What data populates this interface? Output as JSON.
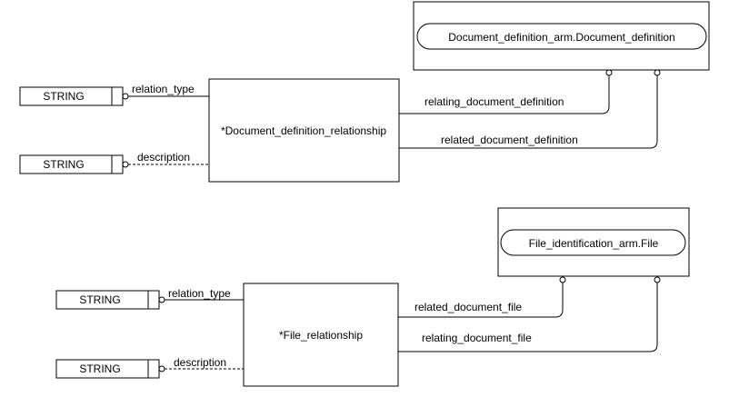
{
  "diagram1": {
    "entity": "*Document_definition_relationship",
    "ref_entity": "Document_definition_arm.Document_definition",
    "attr1": {
      "type": "STRING",
      "name": "relation_type"
    },
    "attr2": {
      "type": "STRING",
      "name": "description"
    },
    "rel1": "relating_document_definition",
    "rel2": "related_document_definition"
  },
  "diagram2": {
    "entity": "*File_relationship",
    "ref_entity": "File_identification_arm.File",
    "attr1": {
      "type": "STRING",
      "name": "relation_type"
    },
    "attr2": {
      "type": "STRING",
      "name": "description"
    },
    "rel1": "related_document_file",
    "rel2": "relating_document_file"
  }
}
